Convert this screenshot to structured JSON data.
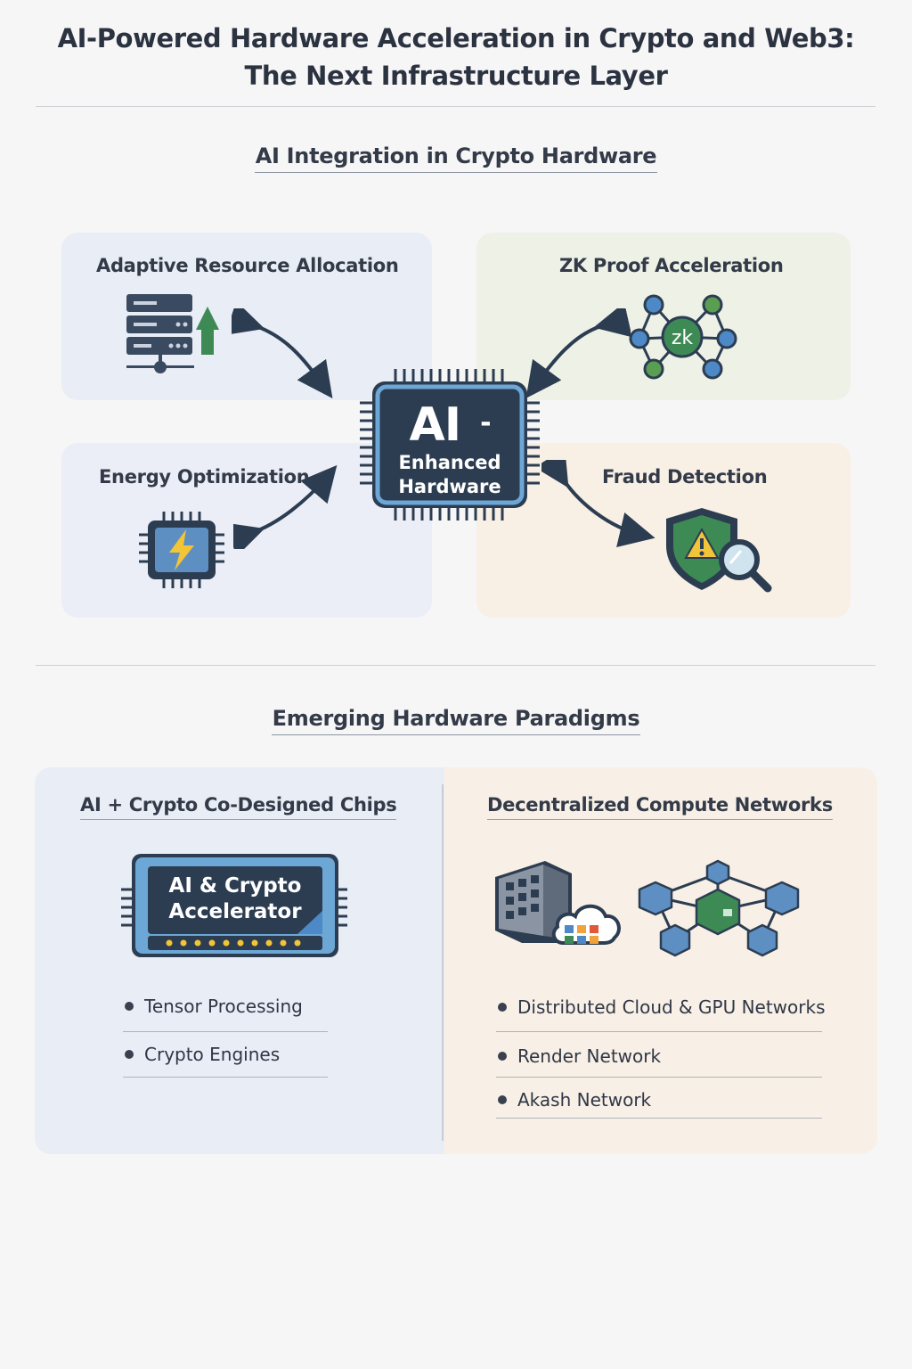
{
  "header": {
    "title_line1": "AI-Powered Hardware Acceleration in Crypto and Web3:",
    "title_line2": "The Next Infrastructure Layer"
  },
  "integration": {
    "section_title": "AI Integration in Crypto Hardware",
    "center_chip": {
      "ai": "AI",
      "dash": "-",
      "line1": "Enhanced",
      "line2": "Hardware"
    },
    "quadrants": [
      {
        "label": "Adaptive Resource Allocation",
        "icon": "server-rack-arrow-up-icon"
      },
      {
        "label": "ZK Proof Acceleration",
        "icon": "zk-network-icon",
        "icon_text": "zk"
      },
      {
        "label": "Energy Optimization",
        "icon": "lightning-chip-icon"
      },
      {
        "label": "Fraud Detection",
        "icon": "shield-magnifier-icon"
      }
    ]
  },
  "paradigms": {
    "section_title": "Emerging Hardware Paradigms",
    "left": {
      "title": "AI + Crypto Co-Designed Chips",
      "chip_line1": "AI & Crypto",
      "chip_line2": "Accelerator",
      "items": [
        "Tensor Processing",
        "Crypto Engines"
      ]
    },
    "right": {
      "title": "Decentralized Compute Networks",
      "items": [
        "Distributed Cloud & GPU Networks",
        "Render Network",
        "Akash Network"
      ]
    }
  },
  "colors": {
    "navy": "#2c3d52",
    "chip_blue": "#6da7d6",
    "green_accent": "#3e8a55",
    "yellow_accent": "#f2c437"
  }
}
